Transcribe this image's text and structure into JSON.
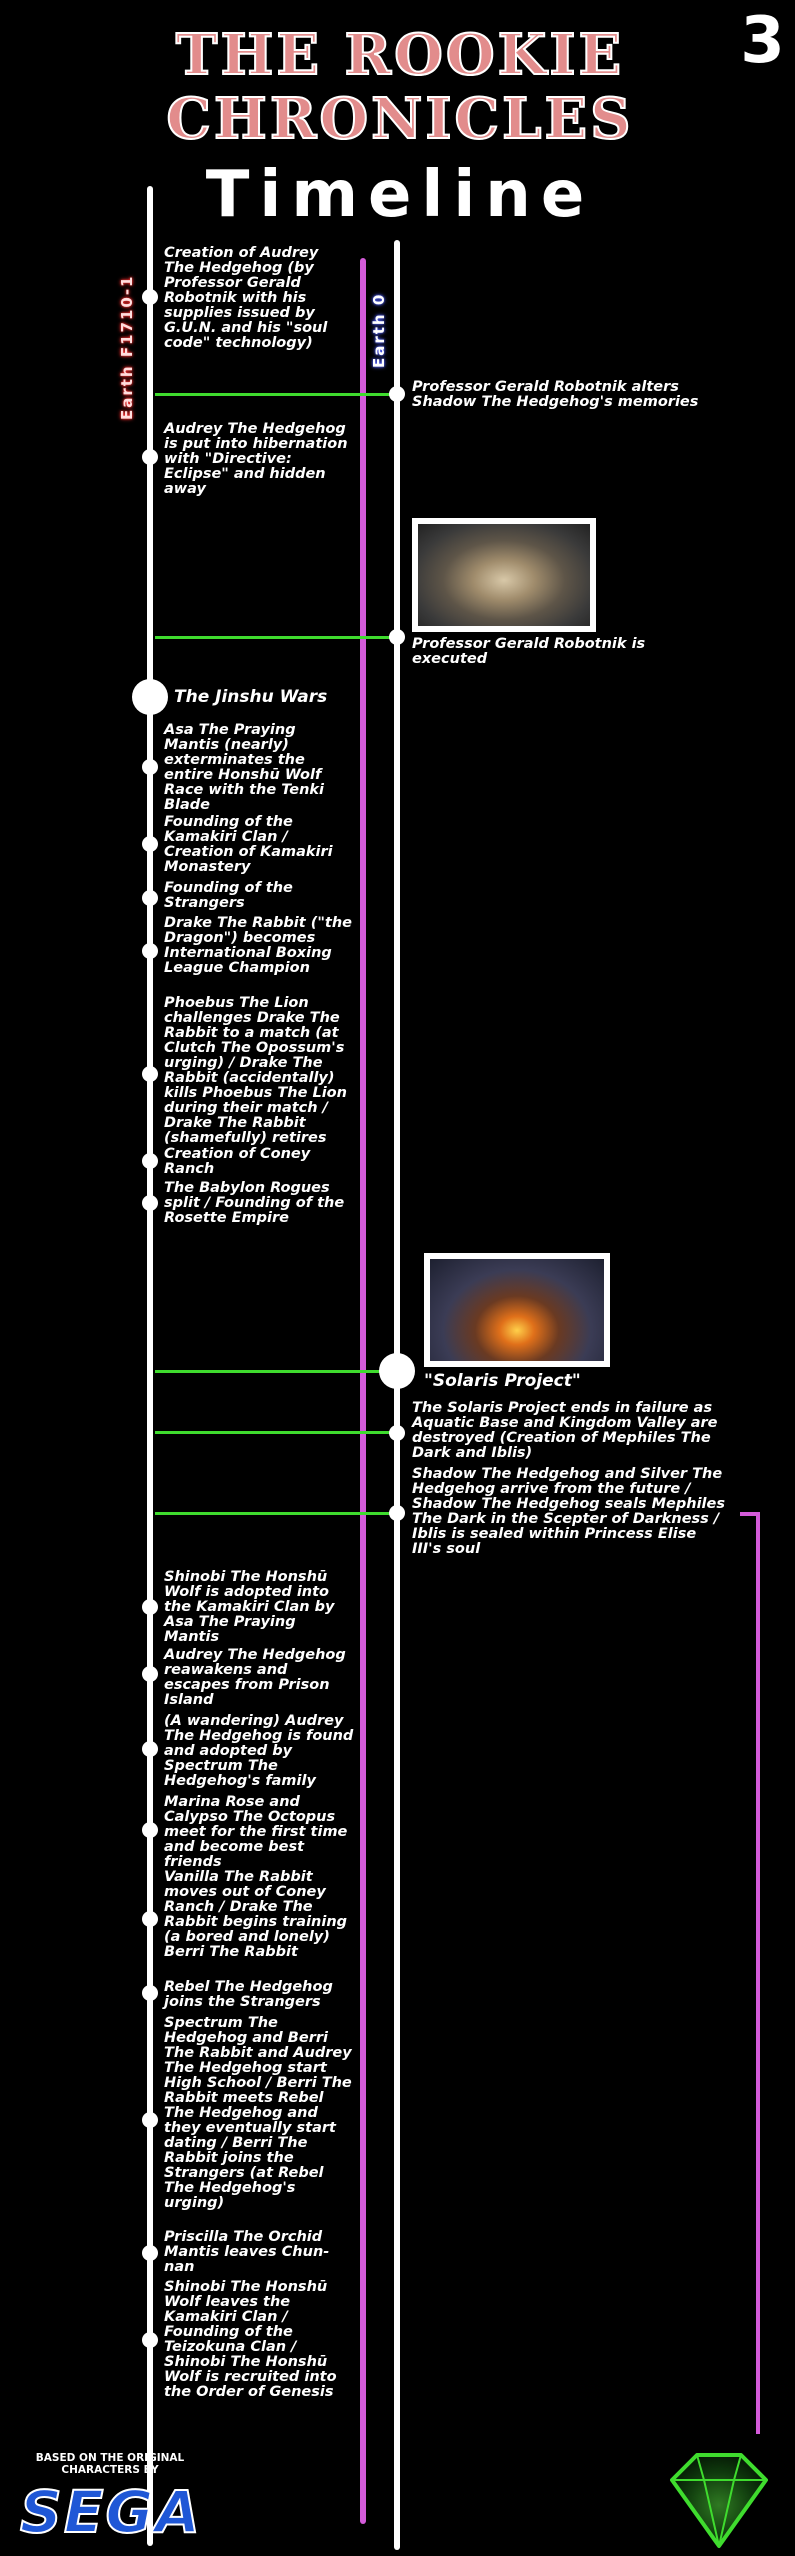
{
  "header": {
    "logo_line1": "THE ROOKIE",
    "logo_line2": "CHRONICLES",
    "issue_number": "3",
    "title": "Timeline"
  },
  "axes": {
    "left_label": "Earth F1710-1",
    "right_label": "Earth 0"
  },
  "left_events": [
    {
      "text": "Creation of Audrey The Hedgehog (by Professor Gerald Robotnik with his supplies issued by G.U.N. and his \"soul code\" technology)"
    },
    {
      "text": "Audrey The Hedgehog is put into hibernation with \"Directive: Eclipse\" and hidden away"
    },
    {
      "text": "The Jinshu Wars"
    },
    {
      "text": "Asa The Praying Mantis (nearly) exterminates the entire Honshū Wolf Race with the Tenki Blade"
    },
    {
      "text": "Founding of the Kamakiri Clan / Creation of Kamakiri Monastery"
    },
    {
      "text": "Founding of the Strangers"
    },
    {
      "text": "Drake The Rabbit (\"the Dragon\") becomes International Boxing League Champion"
    },
    {
      "text": "Phoebus The Lion challenges Drake The Rabbit to a match (at Clutch The Opossum's urging) / Drake The Rabbit (accidentally) kills Phoebus The Lion during their match / Drake The Rabbit (shamefully) retires"
    },
    {
      "text": "Creation of Coney Ranch"
    },
    {
      "text": "The Babylon Rogues split / Founding of the Rosette Empire"
    },
    {
      "text": "Shinobi The Honshū Wolf is adopted into the Kamakiri Clan by Asa The Praying Mantis"
    },
    {
      "text": "Audrey The Hedgehog reawakens and escapes from Prison Island"
    },
    {
      "text": "(A wandering) Audrey The Hedgehog is found and adopted by Spectrum The Hedgehog's family"
    },
    {
      "text": "Marina Rose and Calypso The Octopus meet for the first time and become best friends"
    },
    {
      "text": "Vanilla The Rabbit moves out of Coney Ranch / Drake The Rabbit begins training (a bored and lonely) Berri The Rabbit"
    },
    {
      "text": "Rebel The Hedgehog joins the Strangers"
    },
    {
      "text": "Spectrum The Hedgehog and Berri The Rabbit and Audrey The Hedgehog start High School / Berri The Rabbit meets Rebel The Hedgehog and they eventually start dating / Berri The Rabbit joins the Strangers (at Rebel The Hedgehog's urging)"
    },
    {
      "text": "Priscilla The Orchid Mantis leaves Chun-nan"
    },
    {
      "text": "Shinobi The Honshū Wolf leaves the Kamakiri Clan / Founding of the Teizokuna Clan / Shinobi The Honshū Wolf is recruited into the Order of Genesis"
    }
  ],
  "right_events": [
    {
      "text": "Professor Gerald Robotnik alters Shadow The Hedgehog's memories"
    },
    {
      "text": "Professor Gerald Robotnik is executed"
    },
    {
      "text": "\"Solaris Project\""
    },
    {
      "text": "The Solaris Project ends in failure as Aquatic Base and Kingdom Valley are destroyed (Creation of Mephiles The Dark and Iblis)"
    },
    {
      "text": "Shadow The Hedgehog and Silver The Hedgehog arrive from the future / Shadow The Hedgehog seals Mephiles The Dark in the Scepter of Darkness / Iblis is sealed within Princess Elise III's soul"
    }
  ],
  "footer": {
    "credit_line1": "BASED ON THE ORIGINAL",
    "credit_line2": "CHARACTERS BY",
    "brand": "SEGA"
  },
  "colors": {
    "background": "#000000",
    "connector": "#3fdc2e",
    "magenta_line": "#d45bd9",
    "left_label_glow": "#ff3030",
    "right_label_glow": "#5060ff",
    "brand": "#1f57d6",
    "emerald": "#3fdc2e"
  }
}
